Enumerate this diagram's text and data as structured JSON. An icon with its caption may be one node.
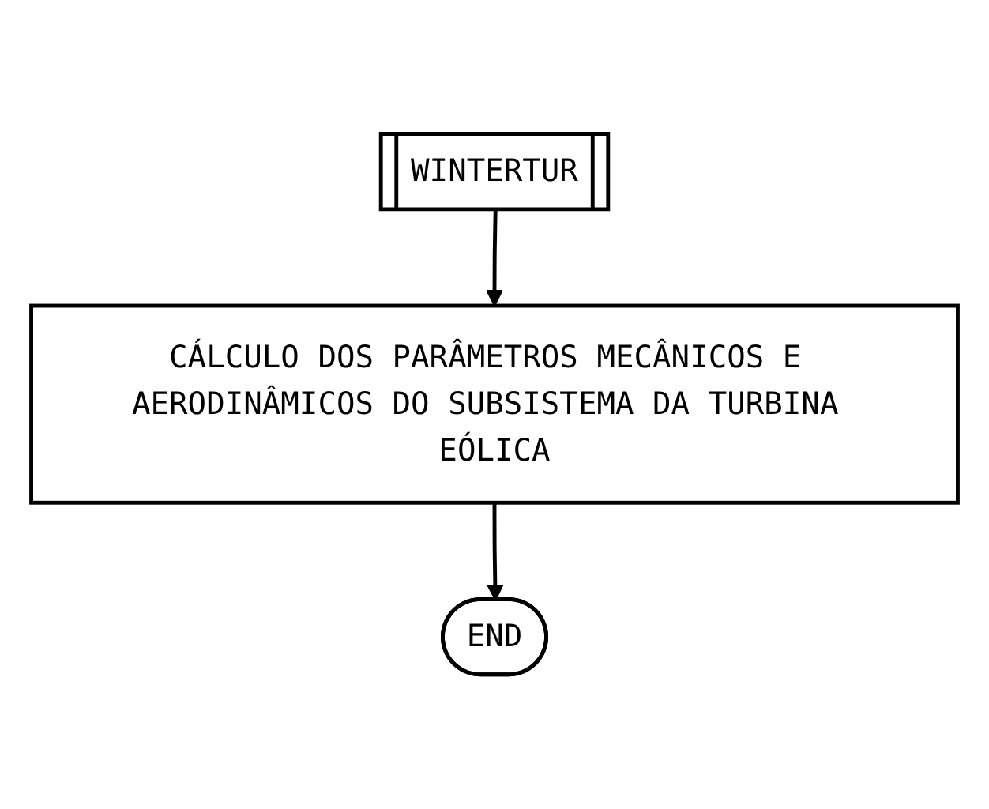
{
  "diagram": {
    "nodes": [
      {
        "text": [
          "WINTERTUR"
        ]
      },
      {
        "text": [
          "CÁLCULO DOS PARÂMETROS MECÂNICOS E AERODINÂMICOS DO SUBSISTEMA DA TURBINA EÓLICA"
        ]
      },
      {
        "text": [
          "END"
        ]
      }
    ],
    "edges": [
      {
        "from": 0,
        "to": 1,
        "arrow": "to"
      },
      {
        "from": 1,
        "to": 2,
        "arrow": "to"
      }
    ]
  }
}
